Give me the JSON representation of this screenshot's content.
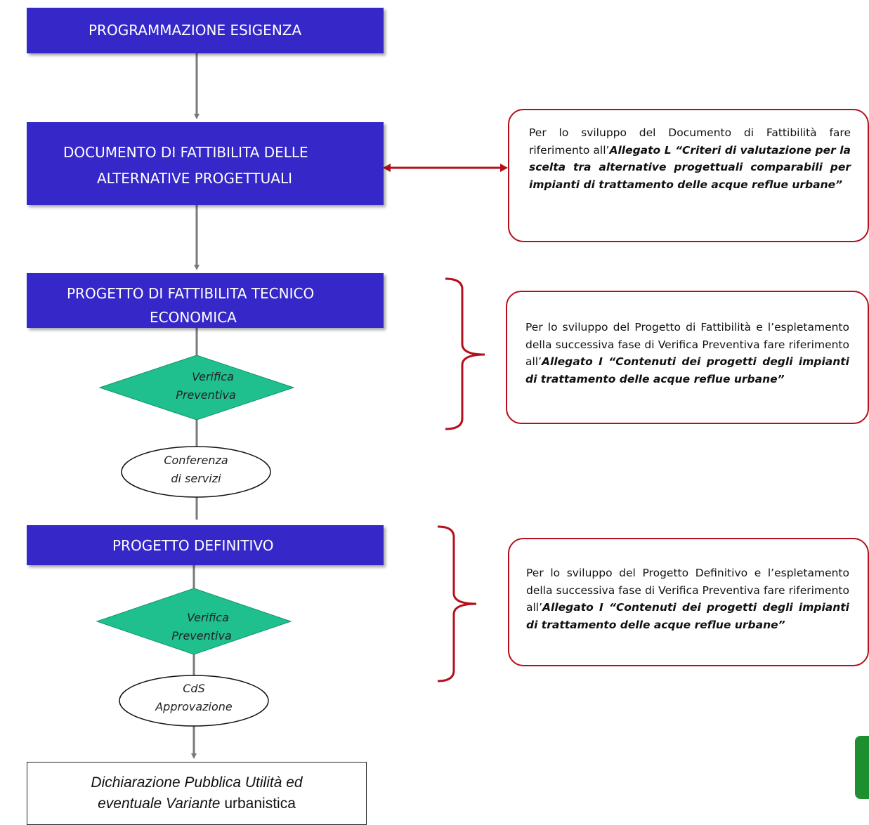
{
  "steps": {
    "programmazione": "PROGRAMMAZIONE ESIGENZA",
    "documento": [
      "DOCUMENTO DI FATTIBILITA DELLE",
      "ALTERNATIVE PROGETTUALI"
    ],
    "fattibilita": [
      "PROGETTO DI FATTIBILITA TECNICO",
      "ECONOMICA"
    ],
    "verifica1": [
      "Verifica",
      "Preventiva"
    ],
    "conferenza": [
      "Conferenza",
      "di servizi"
    ],
    "definitivo": "PROGETTO DEFINITIVO",
    "verifica2": [
      "Verifica",
      "Preventiva"
    ],
    "cds": [
      "CdS",
      "Approvazione"
    ],
    "final": {
      "italic1": "Dichiarazione Pubblica Utilità ed",
      "italic2": "eventuale Variante",
      "plain2": "urbanistica"
    }
  },
  "notes": {
    "note1": {
      "plain": "Per lo sviluppo del Documento di Fattibilità fare riferimento all’",
      "bold": "Allegato L “Criteri di valutazione per la scelta tra alternative progettuali comparabili per impianti di trattamento delle acque reflue urbane”"
    },
    "note2": {
      "plain": "Per lo sviluppo del Progetto di Fattibilità e l’espletamento della successiva fase di Verifica Preventiva fare riferimento all’",
      "bold": "Allegato I “Contenuti dei progetti degli impianti di trattamento delle acque reflue urbane”"
    },
    "note3": {
      "plain": "Per lo sviluppo del Progetto Definitivo e l’espletamento della successiva fase di Verifica Preventiva fare riferimento all’",
      "bold": "Allegato I “Contenuti dei progetti degli impianti di trattamento delle acque reflue urbane”"
    }
  },
  "colors": {
    "process": "#3527c8",
    "decision": "#1fbf8e",
    "note_border": "#b3101c",
    "arrow": "#7a7a7a"
  }
}
